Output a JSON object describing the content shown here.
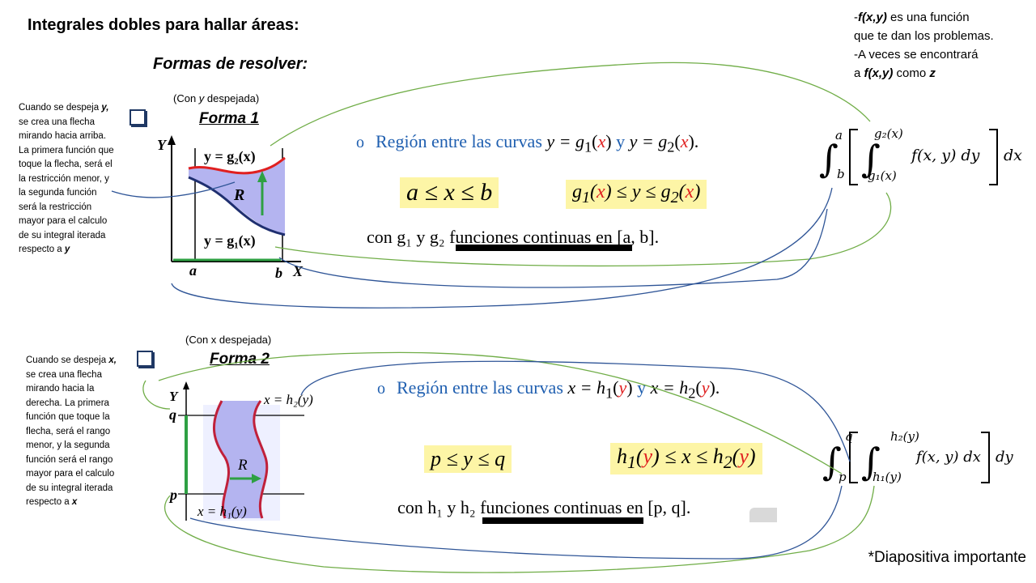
{
  "title": "Integrales dobles para hallar áreas:",
  "subtitle": "Formas de resolver:",
  "top_note": {
    "line1_prefix": "-",
    "line1_bold": "f(x,y)",
    "line1_rest": " es una función",
    "line2": "que te dan los problemas.",
    "line3": "-A veces se encontrará",
    "line4_prefix": "a ",
    "line4_bold": "f(x,y)",
    "line4_mid": " como ",
    "line4_z": "z"
  },
  "forma1": {
    "caption_prefix": "(Con ",
    "caption_var": "y",
    "caption_suffix": " despejada)",
    "label": "Forma 1",
    "side_text_start": "Cuando se despeja ",
    "side_var": "y,",
    "side_text_rest": " se crea una flecha mirando hacia arriba. La primera función que toque la flecha, será el la restricción menor, y la segunda función será la restricción mayor para el calculo de su integral iterada respecto a ",
    "side_var_end": "y",
    "region_prefix": "Región entre las curvas ",
    "region_math1": "y = g",
    "region_sub1": "1",
    "region_paren_open": "(",
    "region_x": "x",
    "region_paren_close": ")",
    "region_and": " y ",
    "region_math2": "y = g",
    "region_sub2": "2",
    "region_end": ").",
    "ineq1": "a ≤ x ≤ b",
    "ineq2_left": "g",
    "ineq2_sub1": "1",
    "ineq2_mid": " ≤ y ≤ g",
    "ineq2_sub2": "2",
    "con_text": "con g₁ y g₂  funciones continuas en [a, b].",
    "integral_upper": "a",
    "integral_lower": "b",
    "inner_upper": "g₂(x)",
    "inner_lower": "g₁(x)",
    "integrand": "f(x, y) dy",
    "outer_d": "dx",
    "graph": {
      "y_label": "Y",
      "x_label": "X",
      "a": "a",
      "b": "b",
      "R": "R",
      "top_curve": "y = g₂(x)",
      "bottom_curve": "y = g₁(x)"
    }
  },
  "forma2": {
    "caption": "(Con x despejada)",
    "label": "Forma 2",
    "side_text_start": "Cuando se despeja ",
    "side_var": "x,",
    "side_text_rest": " se crea una flecha mirando hacia la derecha. La primera función que toque la flecha, será el rango menor, y la segunda función será el rango mayor para el calculo de su integral iterada respecto a ",
    "side_var_end": "x",
    "region_prefix": "Región entre las curvas ",
    "region_math1": "x = h",
    "region_sub1": "1",
    "region_y": "y",
    "region_and": " y ",
    "region_math2": "x = h",
    "region_sub2": "2",
    "region_end": ").",
    "ineq1": "p ≤ y ≤ q",
    "ineq2_left": "h",
    "ineq2_sub1": "1",
    "ineq2_mid": " ≤ x ≤ h",
    "ineq2_sub2": "2",
    "con_text": "con h₁ y h₂  funciones continuas en [p, q].",
    "integral_upper": "q",
    "integral_lower": "p",
    "inner_upper": "h₂(y)",
    "inner_lower": "h₁(y)",
    "integrand": "f(x, y) dx",
    "outer_d": "dy",
    "graph": {
      "y_label": "Y",
      "q": "q",
      "p": "p",
      "R": "R",
      "right_curve": "x = h₂(y)",
      "left_curve": "x = h₁(y)"
    }
  },
  "important": "*Diapositiva importante",
  "colors": {
    "red": "#e02020",
    "blue": "#1f5fb0",
    "highlight": "#fdf5a6",
    "connector_green": "#70ad47",
    "connector_blue": "#2f5597",
    "region_fill": "#b4b4f0"
  }
}
